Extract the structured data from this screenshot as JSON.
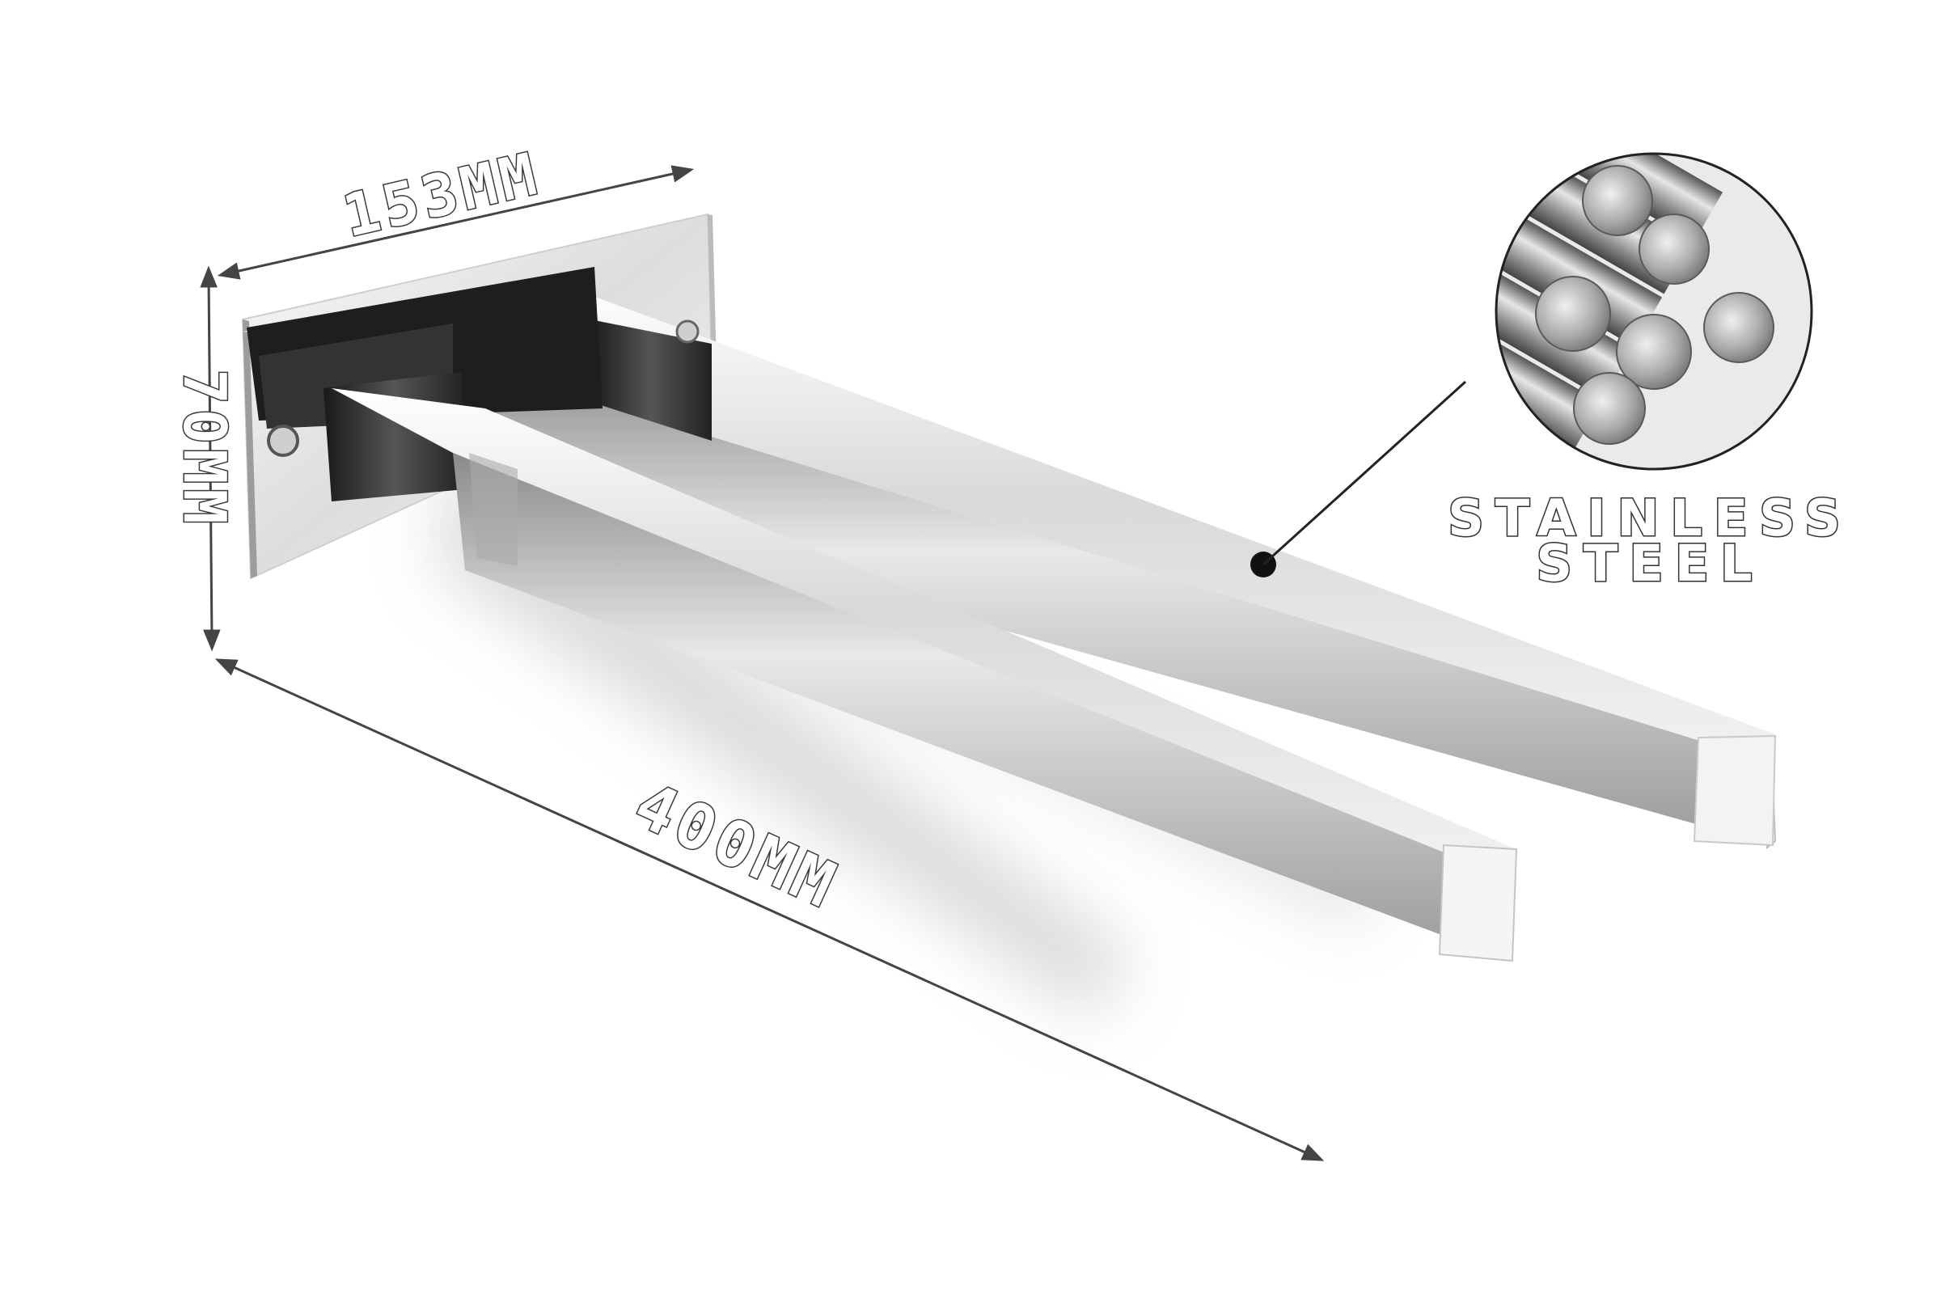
{
  "dimensions": {
    "width_label": "153MM",
    "height_label": "70MM",
    "length_label": "400MM"
  },
  "material": {
    "line1": "STAINLESS",
    "line2": "STEEL"
  },
  "colors": {
    "arrow": "#444444",
    "chrome_light": "#f4f4f4",
    "chrome_dark": "#2a2a2a"
  }
}
